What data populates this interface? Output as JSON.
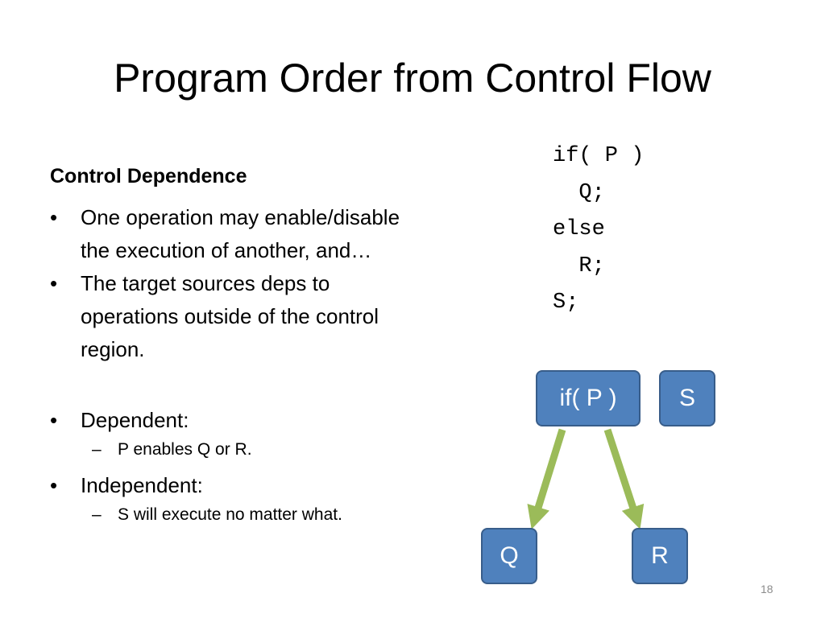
{
  "slide": {
    "title": "Program Order from Control Flow",
    "heading": "Control Dependence",
    "bullets": [
      "One operation may enable/disable the execution of another, and…",
      "The target sources deps to operations outside of the control region.",
      "Dependent:",
      "Independent:"
    ],
    "sub_bullets": [
      "P enables Q or R.",
      "S will execute no matter what."
    ],
    "page_number": "18"
  },
  "code": {
    "lines": [
      "if( P )",
      "  Q;",
      "else",
      "  R;",
      "S;"
    ]
  },
  "diagram": {
    "nodes": {
      "if": "if( P )",
      "s": "S",
      "q": "Q",
      "r": "R"
    },
    "colors": {
      "node_fill": "#4f81bd",
      "node_border": "#385d8a",
      "arrow": "#9bbb59"
    },
    "edges": [
      {
        "from": "if( P )",
        "to": "Q"
      },
      {
        "from": "if( P )",
        "to": "R"
      }
    ]
  }
}
